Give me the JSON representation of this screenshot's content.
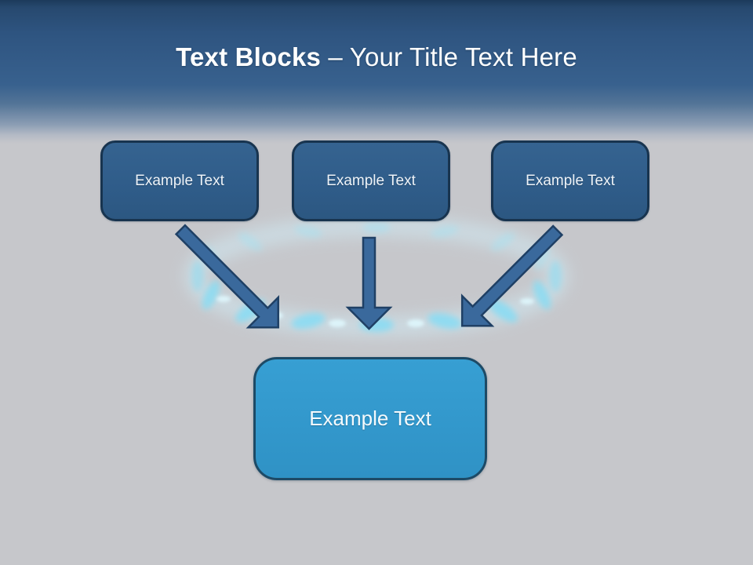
{
  "slide": {
    "title": {
      "bold": "Text Blocks",
      "regular": " – Your Title Text Here",
      "full": "Text Blocks – Your Title Text Here"
    },
    "blocks": {
      "top": [
        "Example Text",
        "Example Text",
        "Example Text"
      ],
      "bottom": "Example Text"
    },
    "decorations": {
      "arrows": [
        "arrow-down-right-icon",
        "arrow-down-icon",
        "arrow-down-left-icon"
      ],
      "background_image": "gas-burner-flame-ring"
    },
    "colors": {
      "header_top": "#1c3a5b",
      "header_blue": "#38618e",
      "canvas_gray": "#c6c7cb",
      "top_box_fill": "#31608f",
      "top_box_border": "#18344f",
      "bottom_box_fill": "#3499cc",
      "bottom_box_border": "#1d4a66",
      "arrow_fill": "#3a699c",
      "arrow_outline": "#1f4065",
      "flame_cyan": "#8edef5",
      "title_text": "#ffffff"
    }
  }
}
